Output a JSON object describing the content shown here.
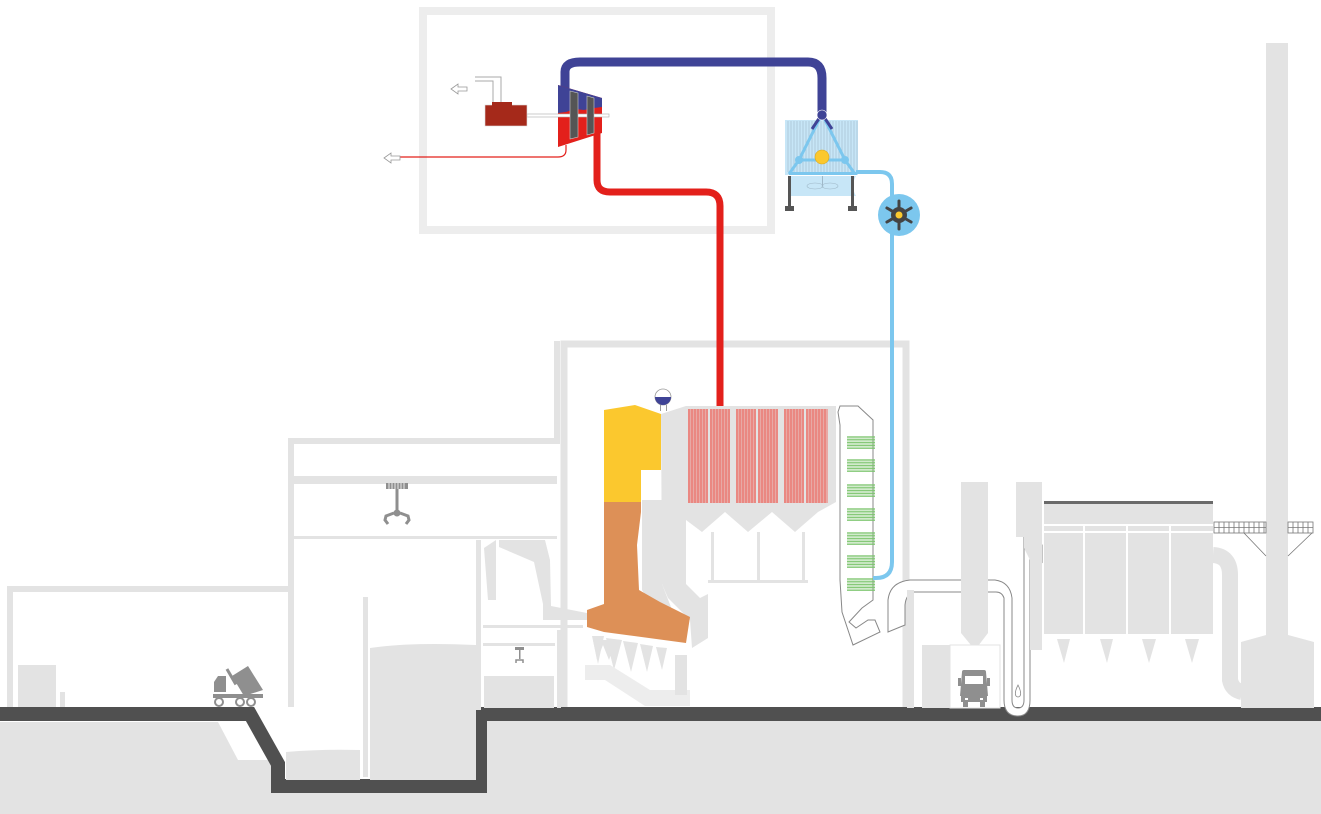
{
  "diagram": {
    "type": "waste-to-energy plant cross-section",
    "text_labels": [],
    "colors": {
      "structure": "#e3e3e3",
      "structure_light": "#ededed",
      "ground_line": "#505050",
      "equipment_gray": "#8f8f8f",
      "steam_hot": "#e3201b",
      "steam_return": "#3f4396",
      "cooling_water": "#7cc7ee",
      "condenser_fill": "#c7e6f7",
      "furnace_upper": "#fbc82e",
      "furnace_lower": "#dd9057",
      "superheater_tubes": "#ec7a73",
      "economizer_tubes": "#7bc46d",
      "generator": "#a5291a",
      "turbine_blades": "#555555",
      "pump_body": "#7cc7ee",
      "pump_rotor": "#444444",
      "pump_hub": "#fbc82e"
    },
    "components": [
      "waste-delivery-truck",
      "waste-bunker",
      "bunker-crane-grab",
      "feed-hopper",
      "incineration-grate",
      "furnace",
      "steam-drum",
      "superheater",
      "economizer",
      "turbine",
      "generator",
      "condenser",
      "feedwater-pump",
      "flue-gas-duct",
      "ash-silos",
      "ash-truck",
      "fabric-filter",
      "stack"
    ]
  }
}
